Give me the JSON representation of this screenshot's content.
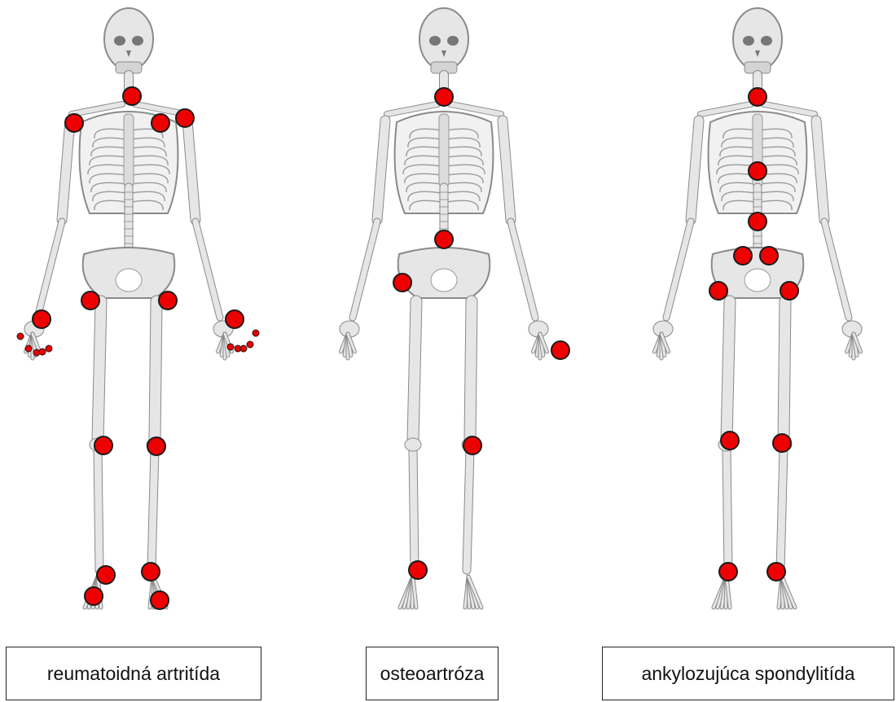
{
  "labels": [
    "reumatoidná artritída",
    "osteoartróza",
    "ankylozujúca spondylitída"
  ],
  "colors": {
    "marker_fill": "#ee0000",
    "marker_stroke": "#1a1a1a",
    "bone_fill": "#e6e6e6",
    "bone_stroke": "#8a8a8a"
  },
  "figures": [
    {
      "name": "reumatoidná artritída",
      "joints": [
        "neck",
        "right-shoulder",
        "left-shoulder",
        "left-shoulder-outer",
        "right-hip",
        "left-hip",
        "right-wrist",
        "left-wrist",
        "right-knee",
        "left-knee",
        "right-ankle",
        "left-ankle",
        "right-foot",
        "left-foot",
        "right-hand-finger-1",
        "right-hand-finger-2",
        "right-hand-finger-3",
        "right-hand-finger-4",
        "right-hand-finger-5",
        "left-hand-finger-1",
        "left-hand-finger-2",
        "left-hand-finger-3",
        "left-hand-finger-4",
        "left-hand-finger-5"
      ]
    },
    {
      "name": "osteoartróza",
      "joints": [
        "neck",
        "lumbar-spine",
        "right-hip",
        "left-hand",
        "left-knee",
        "right-ankle"
      ]
    },
    {
      "name": "ankylozujúca spondylitída",
      "joints": [
        "neck",
        "thoracic-spine",
        "lumbar-spine",
        "right-sacroiliac",
        "left-sacroiliac",
        "right-hip",
        "left-hip",
        "right-knee",
        "left-knee",
        "right-ankle",
        "left-ankle"
      ]
    }
  ]
}
